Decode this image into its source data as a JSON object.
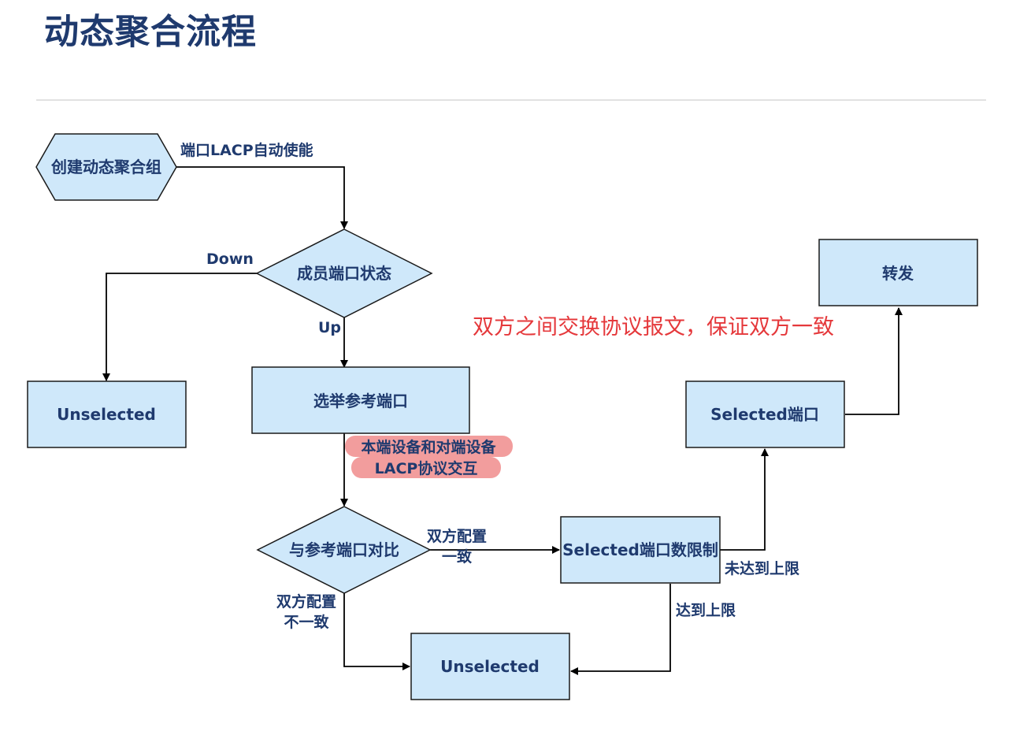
{
  "page": {
    "title": "动态聚合流程"
  },
  "nodes": {
    "create_group": "创建动态聚合组",
    "member_state": "成员端口状态",
    "unselected_left": "Unselected",
    "select_reference": "选举参考端口",
    "compare_reference": "与参考端口对比",
    "selected_limit": "Selected端口数限制",
    "unselected_bottom": "Unselected",
    "selected_port": "Selected端口",
    "forward": "转发"
  },
  "edges": {
    "auto_enable": "端口LACP自动使能",
    "down": "Down",
    "up": "Up",
    "lacp_exchange_line1": "本端设备和对端设备",
    "lacp_exchange_line2": "LACP协议交互",
    "config_same_line1": "双方配置",
    "config_same_line2": "一致",
    "config_diff_line1": "双方配置",
    "config_diff_line2": "不一致",
    "below_limit": "未达到上限",
    "at_limit": "达到上限"
  },
  "annotation": {
    "note": "双方之间交换协议报文，保证双方一致"
  },
  "colors": {
    "title": "#1f3a6e",
    "node_fill": "#cfe8fa",
    "node_text": "#1f3a6e",
    "note": "#e5383b",
    "highlight": "#f08c8c"
  }
}
